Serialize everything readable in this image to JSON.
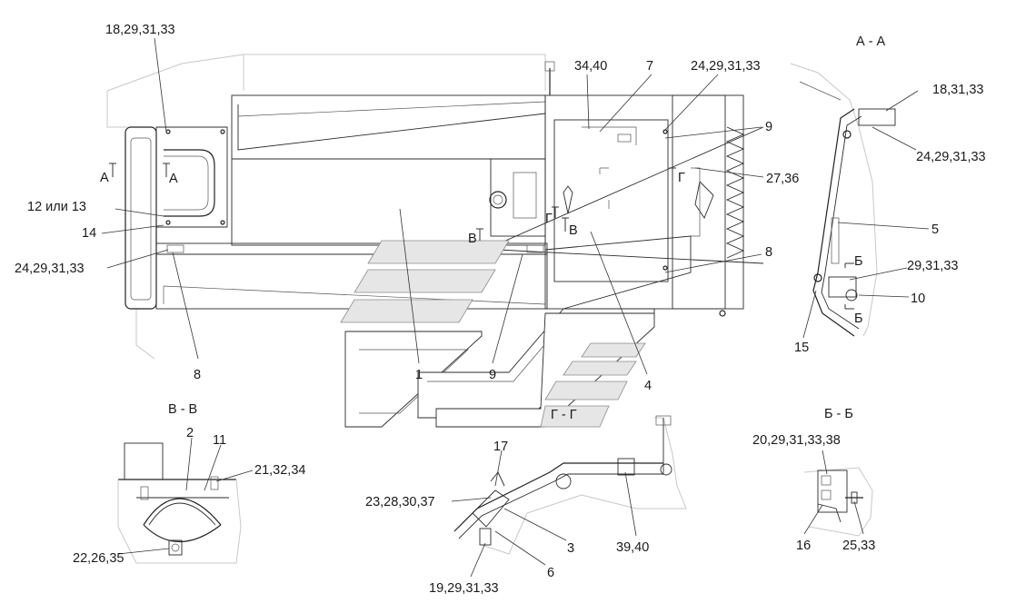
{
  "callouts": {
    "c_18_29_31_33_top": "18,29,31,33",
    "c_34_40": "34,40",
    "c_7": "7",
    "c_24_29_31_33_top": "24,29,31,33",
    "c_9_right": "9",
    "c_27_36": "27,36",
    "c_8_right": "8",
    "c_12_13": "12 или 13",
    "c_14": "14",
    "c_24_29_31_33_left": "24,29,31,33",
    "c_8_bottom": "8",
    "c_1": "1",
    "c_9_bottom": "9",
    "c_4": "4",
    "c_18_31_33": "18,31,33",
    "c_24_29_31_33_aa": "24,29,31,33",
    "c_5": "5",
    "c_29_31_33": "29,31,33",
    "c_10": "10",
    "c_15": "15",
    "c_2": "2",
    "c_11": "11",
    "c_21_32_34": "21,32,34",
    "c_22_26_35": "22,26,35",
    "c_17": "17",
    "c_23_28_30_37": "23,28,30,37",
    "c_3": "3",
    "c_39_40": "39,40",
    "c_6": "6",
    "c_19_29_31_33": "19,29,31,33",
    "c_20_29_31_33_38": "20,29,31,33,38",
    "c_16": "16",
    "c_25_33": "25,33"
  },
  "sections": {
    "aa_title": "А - А",
    "vv_title": "В - В",
    "gg_title": "Г - Г",
    "bb_title": "Б - Б",
    "mark_a_left": "А",
    "mark_a_right": "А",
    "mark_v_left": "В",
    "mark_v_right": "В",
    "mark_g_left": "Г",
    "mark_g_right": "Г",
    "mark_b_top": "Б",
    "mark_b_bottom": "Б"
  }
}
